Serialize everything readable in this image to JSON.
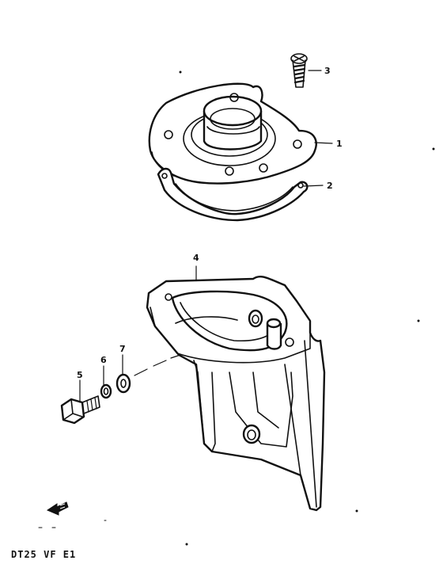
{
  "callouts": {
    "part_1": "1",
    "part_2": "2",
    "part_3": "3",
    "part_4": "4",
    "part_5": "5",
    "part_6": "6",
    "part_7": "7"
  },
  "caption": "DT25 VF E1"
}
